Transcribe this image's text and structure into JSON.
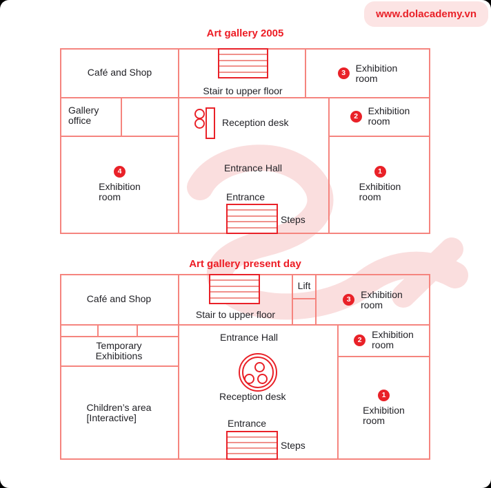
{
  "site_badge": "www.dolacademy.vn",
  "colors": {
    "accent_red": "#e92128",
    "wall_salmon": "#f5847e",
    "badge_pink_bg": "#fce4e4",
    "watermark_pink": "#fadede",
    "text_dark": "#212126"
  },
  "plan_2005": {
    "title": "Art gallery 2005",
    "cafe_shop": "Café and Shop",
    "stair_label": "Stair to upper floor",
    "gallery_office": {
      "line1": "Gallery",
      "line2": "office"
    },
    "reception_desk": "Reception desk",
    "entrance_hall": "Entrance Hall",
    "entrance": "Entrance",
    "steps": "Steps",
    "exhibition_rooms": [
      {
        "number": "3",
        "line1": "Exhibition",
        "line2": "room"
      },
      {
        "number": "2",
        "line1": "Exhibition",
        "line2": "room"
      },
      {
        "number": "4",
        "line1": "Exhibition",
        "line2": "room"
      },
      {
        "number": "1",
        "line1": "Exhibition",
        "line2": "room"
      }
    ]
  },
  "plan_present": {
    "title": "Art gallery present day",
    "cafe_shop": "Café and Shop",
    "stair_label": "Stair to upper floor",
    "lift": "Lift",
    "temporary_exhibitions": {
      "line1": "Temporary",
      "line2": "Exhibitions"
    },
    "childrens_area": {
      "line1": "Children’s area",
      "line2": "[Interactive]"
    },
    "entrance_hall": "Entrance Hall",
    "reception_desk": "Reception desk",
    "entrance": "Entrance",
    "steps": "Steps",
    "exhibition_rooms": [
      {
        "number": "3",
        "line1": "Exhibition",
        "line2": "room"
      },
      {
        "number": "2",
        "line1": "Exhibition",
        "line2": "room"
      },
      {
        "number": "1",
        "line1": "Exhibition",
        "line2": "room"
      }
    ]
  }
}
